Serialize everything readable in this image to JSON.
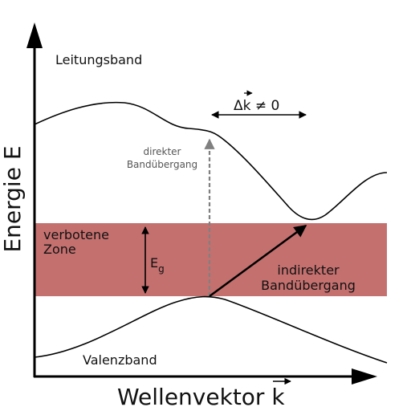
{
  "axes": {
    "y_label": "Energie E",
    "x_label": "Wellenvektor k"
  },
  "bands": {
    "conduction": "Leitungsband",
    "valence": "Valenzband"
  },
  "gap": {
    "label_line1": "verbotene",
    "label_line2": "Zone",
    "eg_main": "E",
    "eg_sub": "g"
  },
  "transitions": {
    "direct_line1": "direkter",
    "direct_line2": "Bandübergang",
    "indirect_line1": "indirekter",
    "indirect_line2": "Bandübergang",
    "delta_k": "Δk ≠ 0"
  },
  "colors": {
    "gap_fill": "#c4706f",
    "line": "#000000",
    "direct_arrow": "#808080",
    "direct_text": "#555555"
  }
}
